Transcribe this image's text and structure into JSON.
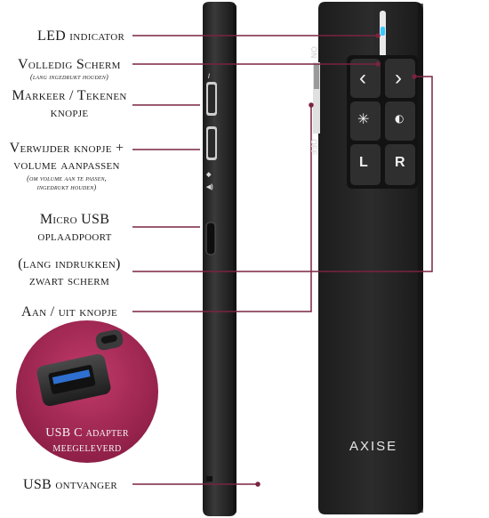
{
  "labels": {
    "led": "LED indicator",
    "fullscreen": "Volledig Scherm",
    "fullscreen_sub": "(lang ingedrukt houden)",
    "marker_1": "Markeer / Tekenen",
    "marker_2": "knopje",
    "delete_1": "Verwijder knopje +",
    "delete_2": "volume aanpassen",
    "delete_sub_1": "(om volume aan te passen,",
    "delete_sub_2": "ingedrukt houden)",
    "usb_1": "Micro USB",
    "usb_2": "oplaadpoort",
    "black_1": "(lang indrukken)",
    "black_2": "zwart scherm",
    "power": "Aan / uit knopje",
    "receiver": "USB ontvanger",
    "adapter_1": "USB C adapter",
    "adapter_2": "meegeleverd"
  },
  "device": {
    "brand": "AXISE",
    "switch_on": "ON",
    "switch_off": "OFF",
    "btn_prev": "‹",
    "btn_next": "›",
    "btn_laser": "✳",
    "btn_l": "L",
    "btn_r": "R"
  },
  "colors": {
    "line": "#7a2340",
    "body": "#262626",
    "circle": "#a62c56"
  }
}
